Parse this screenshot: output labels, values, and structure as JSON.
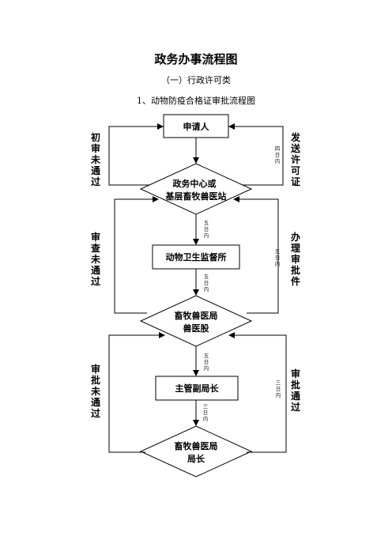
{
  "page": {
    "title": "政务办事流程图",
    "subtitle": "（一）行政许可类",
    "heading": "1、动物防疫合格证审批流程图"
  },
  "nodes": {
    "applicant": "申请人",
    "center_line1": "政务中心或",
    "center_line2": "基层畜牧兽医站",
    "supervision": "动物卫生监督所",
    "bureau_dept_line1": "畜牧兽医局",
    "bureau_dept_line2": "兽医股",
    "deputy_director": "主管副局长",
    "director_line1": "畜牧兽医局",
    "director_line2": "局长"
  },
  "side_labels": {
    "initial_rejected": "初审未通过",
    "send_permit": "发送许可证",
    "review_rejected": "审查未通过",
    "process_approval": "办理审批件",
    "approval_rejected": "审批未通过",
    "approval_passed": "审批通过"
  },
  "durations": {
    "four_days": "四日内",
    "five_days": "五日内",
    "three_days": "三日内"
  }
}
